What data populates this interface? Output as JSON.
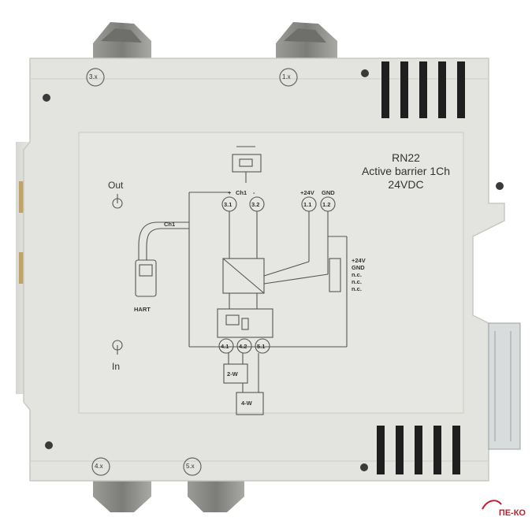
{
  "device": {
    "model": "RN22",
    "description": "Active barrier 1Ch",
    "supply": "24VDC"
  },
  "terminals": {
    "top_left": "3.x",
    "top_right": "1.x",
    "bottom_left": "4.x",
    "bottom_right": "5.x"
  },
  "schematic": {
    "out_label": "Out",
    "in_label": "In",
    "hart_label": "HART",
    "ch1_label": "Ch1",
    "ch1_plus": "+",
    "ch1_minus": "-",
    "plus_24v": "+24V",
    "gnd": "GND",
    "pin_31": "3.1",
    "pin_32": "3.2",
    "pin_11": "1.1",
    "pin_12": "1.2",
    "pin_41": "4.1",
    "pin_42": "4.2",
    "pin_51": "5.1",
    "bus_list": [
      "+24V",
      "GND",
      "n.c.",
      "n.c.",
      "n.c."
    ],
    "two_wire": "2-W",
    "four_wire": "4-W"
  },
  "watermark": "ПЕ-КО",
  "colors": {
    "housing": "#e3e3df",
    "housing_shadow": "#c9c9c4",
    "connector": "#8e8e8b",
    "vent": "#1f1f1f",
    "line_art": "#555555",
    "brand": "#c21f2a"
  }
}
